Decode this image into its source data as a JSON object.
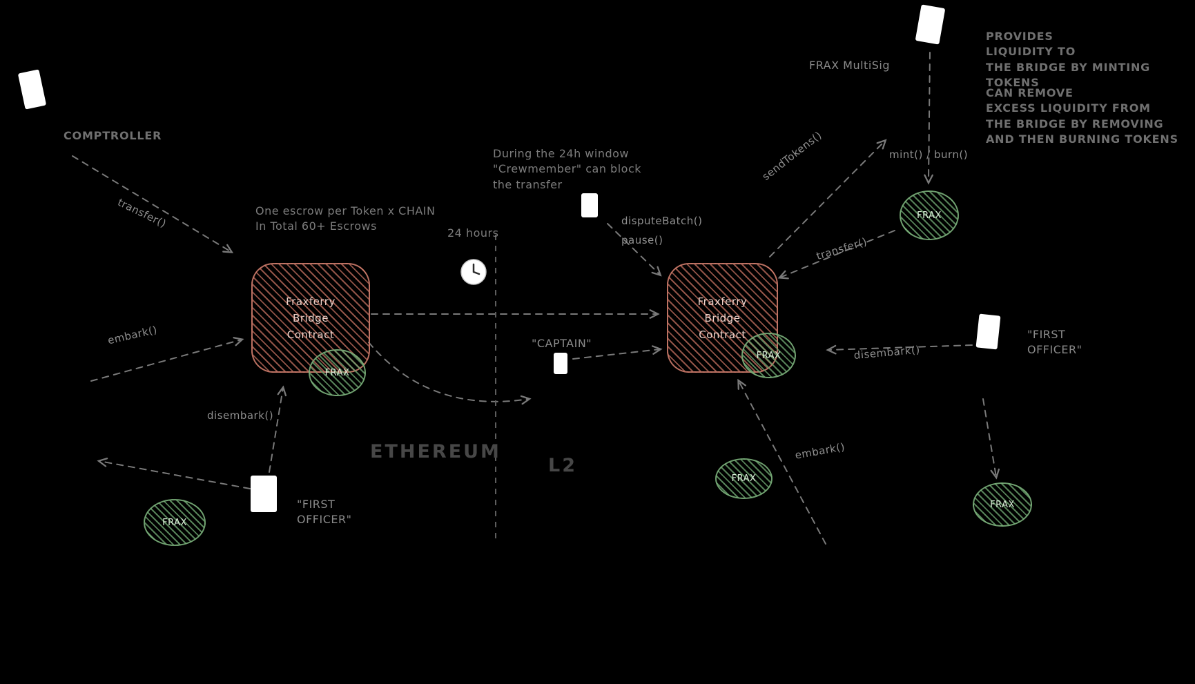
{
  "colors": {
    "background": "#000000",
    "contract_box": "#c47060",
    "token_green": "#6ca26e",
    "arrow": "#7a7a7a",
    "text": "#8a8a8a",
    "chain_text": "#474747",
    "person": "#ffffff"
  },
  "chains": {
    "left": "ETHEREUM",
    "right": "L2"
  },
  "boxes": {
    "left": "Fraxferry\nBridge\nContract",
    "right": "Fraxferry\nBridge\nContract"
  },
  "token_label": "FRAX",
  "actors": {
    "comptroller": "COMPTROLLER",
    "frax_multisig": "FRAX MultiSig",
    "captain": "\"CAPTAIN\"",
    "first_officer": "\"FIRST\nOFFICER\""
  },
  "labels": {
    "transfer": "transfer()",
    "embark": "embark()",
    "disembark": "disembark()",
    "dispute_batch": "disputeBatch()",
    "pause": "pause()",
    "send_tokens": "sendTokens()",
    "mint_burn": "mint() / burn()"
  },
  "notes": {
    "escrow": "One escrow per Token x CHAIN\nIn Total 60+ Escrows",
    "hours": "24 hours",
    "window": "During the 24h window\n\"Crewmember\" can block\nthe transfer",
    "provides": "PROVIDES\nLIQUIDITY TO\nTHE BRIDGE BY MINTING TOKENS",
    "remove": "CAN REMOVE\nEXCESS LIQUIDITY FROM\nTHE BRIDGE BY REMOVING\nAND THEN BURNING TOKENS"
  }
}
